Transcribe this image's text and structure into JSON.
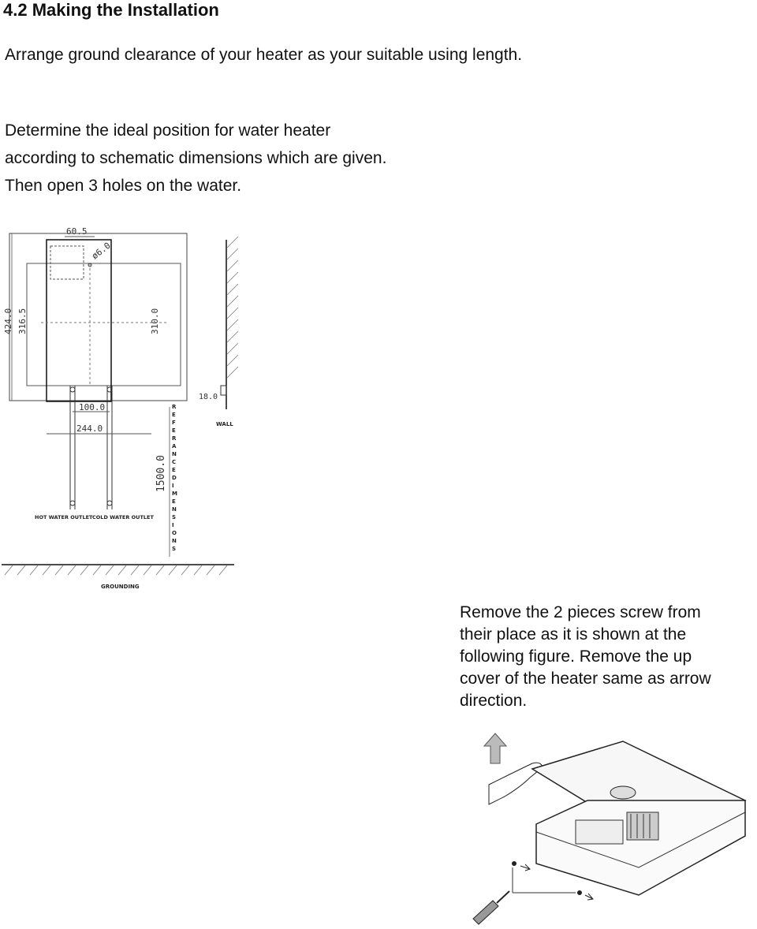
{
  "section": {
    "heading": "4.2 Making the Installation",
    "paragraph1": "Arrange ground clearance of your heater as your suitable using length.",
    "paragraph2": [
      "Determine the ideal position for water heater",
      "according to schematic dimensions which are given.",
      "Then open 3 holes on the water."
    ],
    "paragraph3": [
      "Remove the 2 pieces screw from",
      "their place as it is shown at the",
      "following figure. Remove the up",
      "cover of the heater same as arrow",
      "direction."
    ]
  },
  "diagram": {
    "dim_top": "60.5",
    "dim_hole": "ø6.0",
    "dim_height_outer": "424.0",
    "dim_height_inner": "316.5",
    "dim_height_right": "310.0",
    "dim_pipe_spacing": "100.0",
    "dim_width": "244.0",
    "dim_wall_gap": "18.0",
    "dim_floor": "1500.0",
    "label_wall": "WALL",
    "label_hot": "HOT WATER OUTLET",
    "label_cold": "COLD WATER OUTLET",
    "label_grounding": "GROUNDING",
    "label_reference": [
      "R",
      "E",
      "F",
      "E",
      "R",
      "A",
      "N",
      "C",
      "E",
      "D",
      "I",
      "M",
      "E",
      "N",
      "S",
      "I",
      "O",
      "N",
      "S"
    ]
  }
}
